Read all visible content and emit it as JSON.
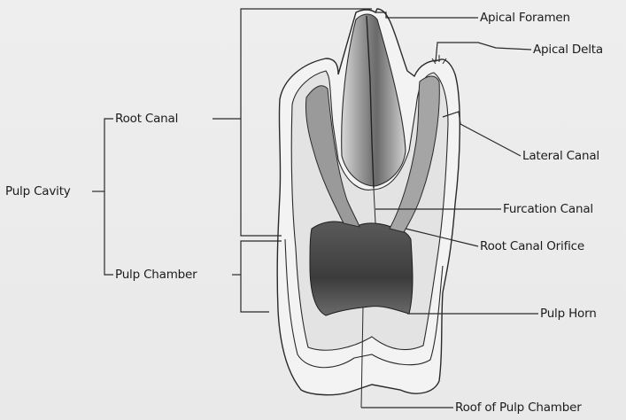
{
  "diagram": {
    "labels": {
      "apical_foramen": "Apical Foramen",
      "apical_delta": "Apical Delta",
      "lateral_canal": "Lateral Canal",
      "furcation_canal": "Furcation Canal",
      "root_canal_orifice": "Root Canal Orifice",
      "pulp_horn": "Pulp Horn",
      "roof_of_pulp_chamber": "Roof of Pulp Chamber",
      "root_canal": "Root Canal",
      "pulp_cavity": "Pulp Cavity",
      "pulp_chamber": "Pulp Chamber"
    },
    "colors": {
      "line": "#2a2a2a",
      "enamel": "#f4f4f4",
      "dentin": "#e2e2e2",
      "pulp_dark": "#3a3a3a",
      "background": "#ebebeb"
    }
  }
}
